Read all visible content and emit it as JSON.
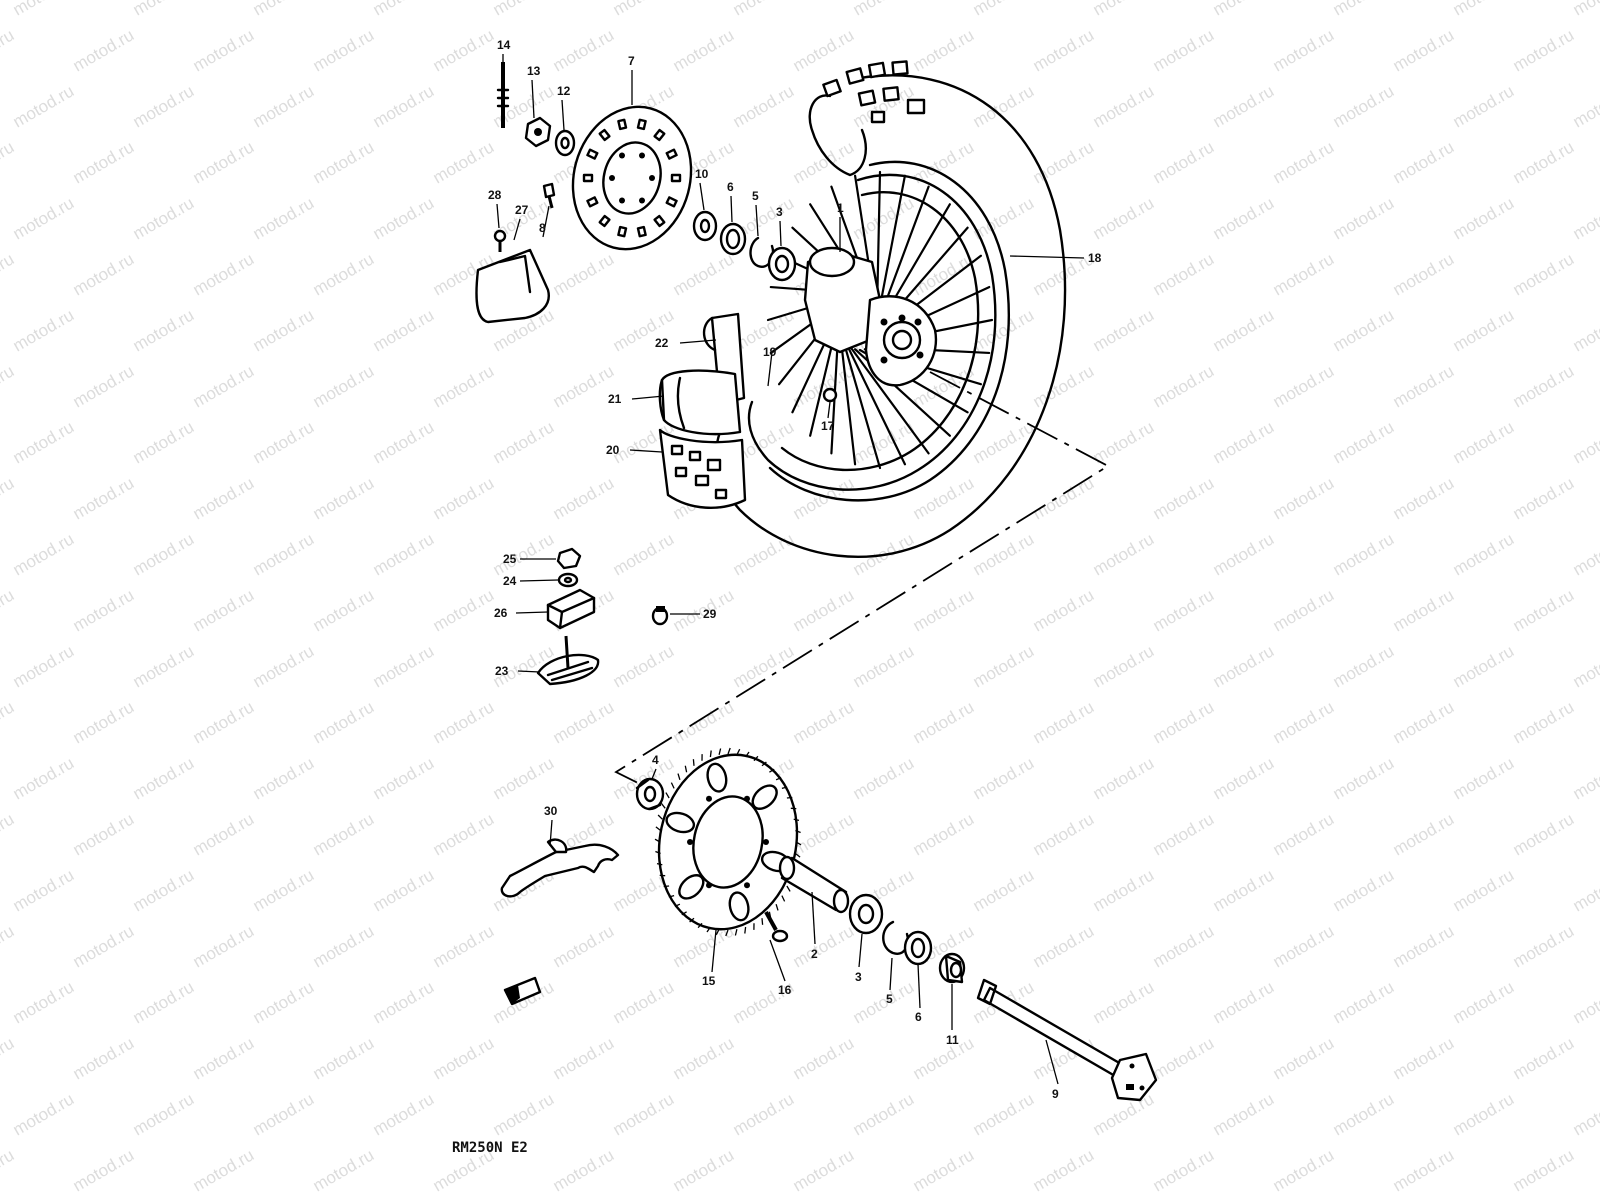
{
  "watermark": "motod.ru",
  "model_code": "RM250N E2",
  "callouts": [
    {
      "id": "p14",
      "number": "14"
    },
    {
      "id": "p13",
      "number": "13"
    },
    {
      "id": "p12",
      "number": "12"
    },
    {
      "id": "p7",
      "number": "7"
    },
    {
      "id": "p10",
      "number": "10"
    },
    {
      "id": "p6",
      "number": "6"
    },
    {
      "id": "p5",
      "number": "5"
    },
    {
      "id": "p3a",
      "number": "3"
    },
    {
      "id": "p1",
      "number": "1"
    },
    {
      "id": "p18",
      "number": "18"
    },
    {
      "id": "p28",
      "number": "28"
    },
    {
      "id": "p27",
      "number": "27"
    },
    {
      "id": "p8a",
      "number": "8"
    },
    {
      "id": "p22",
      "number": "22"
    },
    {
      "id": "p19",
      "number": "19"
    },
    {
      "id": "p21",
      "number": "21"
    },
    {
      "id": "p17",
      "number": "17"
    },
    {
      "id": "p20",
      "number": "20"
    },
    {
      "id": "p25",
      "number": "25"
    },
    {
      "id": "p24",
      "number": "24"
    },
    {
      "id": "p26",
      "number": "26"
    },
    {
      "id": "p29",
      "number": "29"
    },
    {
      "id": "p23",
      "number": "23"
    },
    {
      "id": "p4",
      "number": "4"
    },
    {
      "id": "p30",
      "number": "30"
    },
    {
      "id": "p15",
      "number": "15"
    },
    {
      "id": "p16",
      "number": "16"
    },
    {
      "id": "p2",
      "number": "2"
    },
    {
      "id": "p3b",
      "number": "3"
    },
    {
      "id": "p5b",
      "number": "5"
    },
    {
      "id": "p6b",
      "number": "6"
    },
    {
      "id": "p11",
      "number": "11"
    },
    {
      "id": "p9",
      "number": "9"
    }
  ]
}
